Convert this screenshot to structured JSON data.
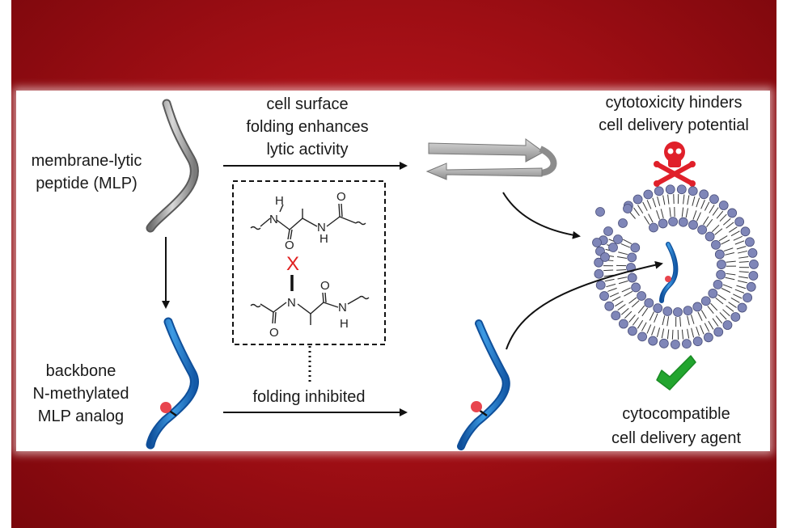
{
  "labels": {
    "mlp_line1": "membrane-lytic",
    "mlp_line2": "peptide (MLP)",
    "surface_line1": "cell surface",
    "surface_line2": "folding enhances",
    "surface_line3": "lytic activity",
    "toxicity_line1": "cytotoxicity hinders",
    "toxicity_line2": "cell delivery potential",
    "analog_line1": "backbone",
    "analog_line2": "N-methylated",
    "analog_line3": "MLP analog",
    "folding_inhibited": "folding inhibited",
    "agent_line1": "cytocompatible",
    "agent_line2": "cell delivery agent"
  },
  "chem_atoms": {
    "h_top": "H",
    "n_top_left": "N",
    "n_top_right": "N",
    "h_top_right": "H",
    "o_top_right": "O",
    "o_top_left": "O",
    "blocked_mark": "X",
    "n_bottom_left": "N",
    "o_bottom_mid": "O",
    "n_bottom_right": "N",
    "h_bottom_right": "H",
    "o_bottom_left": "O"
  },
  "colors": {
    "background_red": "#a3121a",
    "peptide_gray": "#9a9a9a",
    "peptide_blue": "#1f78c8",
    "methyl_dot": "#e8454e",
    "lipid_head": "#7f86b8",
    "skull_red": "#e0202a",
    "check_green": "#22a52e",
    "block_red": "#e02020"
  },
  "icons": {
    "toxicity": "skull-crossbones-icon",
    "compatible": "checkmark-icon"
  }
}
